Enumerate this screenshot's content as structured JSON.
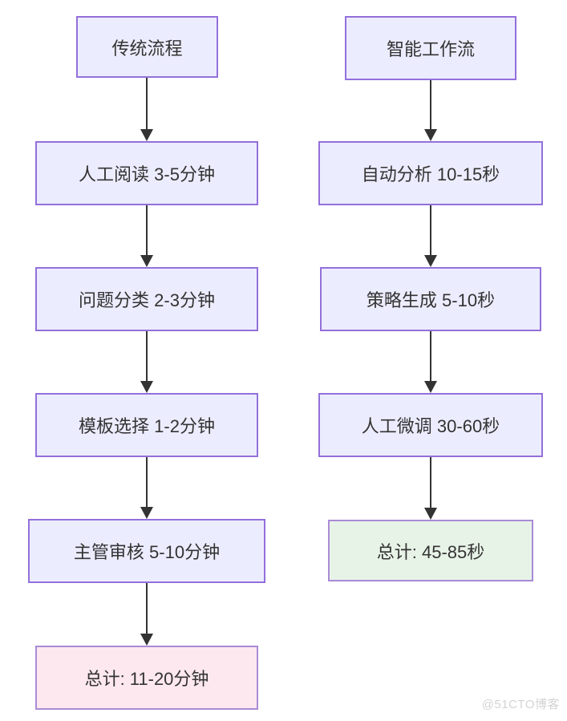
{
  "colors": {
    "node_fill": "#ECECFF",
    "node_border": "#9370DB",
    "total_traditional_fill": "#FCE8EE",
    "total_smart_fill": "#E8F3E8",
    "arrow": "#333333",
    "text": "#333333",
    "watermark": "#D3D3D3"
  },
  "flows": [
    {
      "id": "traditional",
      "nodes": [
        {
          "label": "传统流程",
          "type": "header"
        },
        {
          "label": "人工阅读 3-5分钟",
          "type": "step"
        },
        {
          "label": "问题分类 2-3分钟",
          "type": "step"
        },
        {
          "label": "模板选择 1-2分钟",
          "type": "step"
        },
        {
          "label": "主管审核 5-10分钟",
          "type": "step"
        },
        {
          "label": "总计: 11-20分钟",
          "type": "total-pink"
        }
      ]
    },
    {
      "id": "smart",
      "nodes": [
        {
          "label": "智能工作流",
          "type": "header"
        },
        {
          "label": "自动分析 10-15秒",
          "type": "step"
        },
        {
          "label": "策略生成 5-10秒",
          "type": "step"
        },
        {
          "label": "人工微调 30-60秒",
          "type": "step"
        },
        {
          "label": "总计: 45-85秒",
          "type": "total-green"
        }
      ]
    }
  ],
  "watermark": "@51CTO博客"
}
